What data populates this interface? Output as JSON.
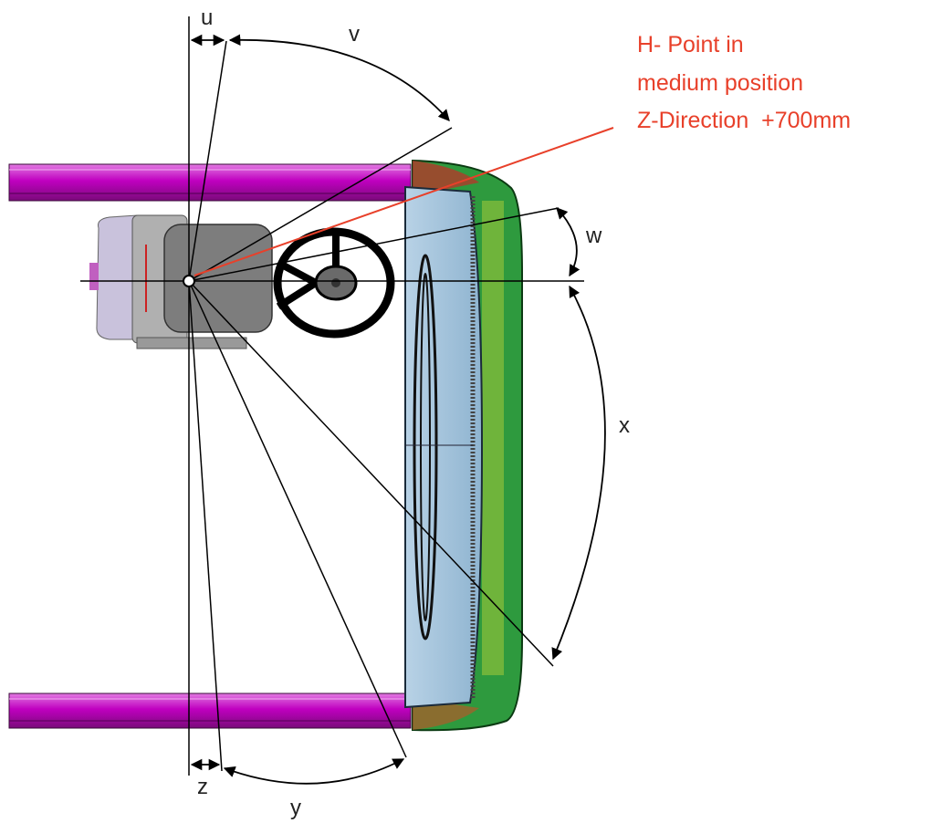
{
  "annotation": {
    "lines": [
      "H- Point in",
      "medium position",
      "Z-Direction  +700mm"
    ],
    "color": "#e8402a"
  },
  "angle_labels": {
    "u": "u",
    "v": "v",
    "w": "w",
    "x": "x",
    "y": "y",
    "z": "z"
  },
  "colors": {
    "rail": "#c000c0",
    "windshield": "#9fc2dc",
    "frame": "#2e9a3e",
    "seat": "#8a8a8a",
    "line": "#000000"
  },
  "icons": [
    "steering-wheel-icon",
    "seat-icon",
    "h-point-icon"
  ]
}
